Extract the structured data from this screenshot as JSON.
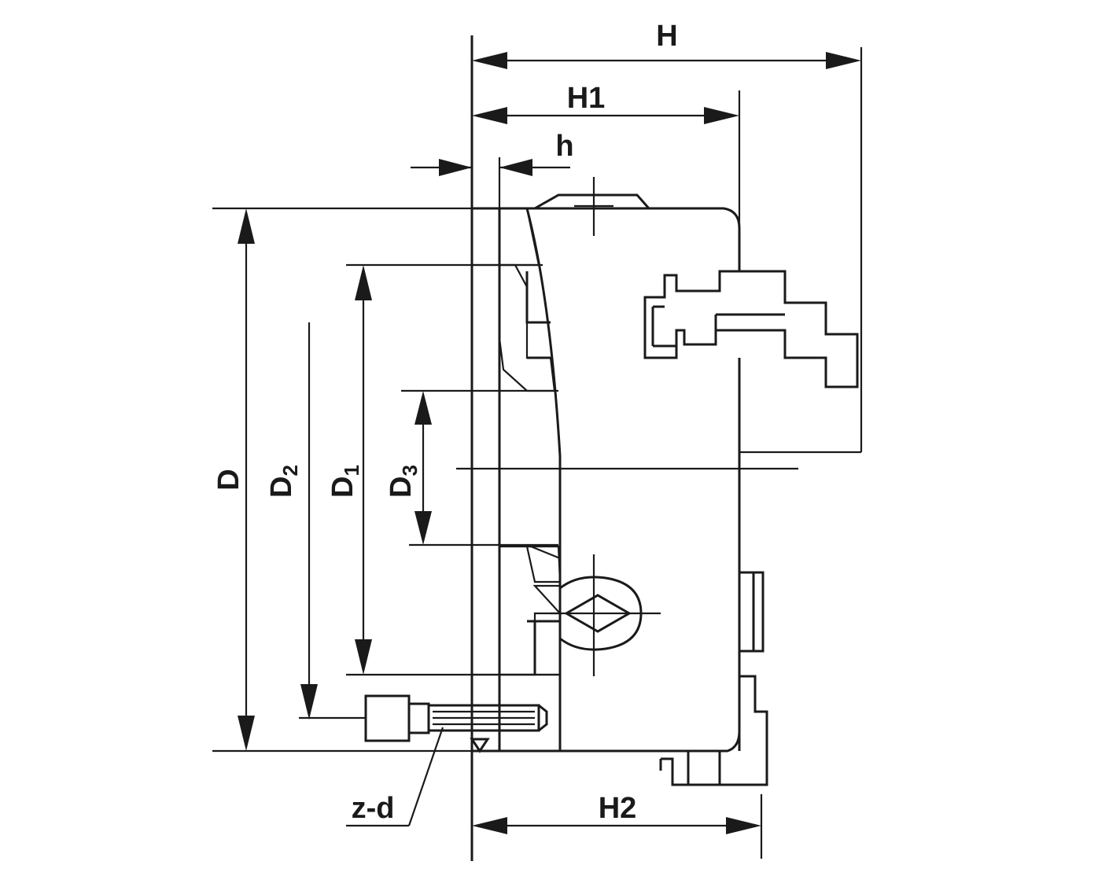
{
  "labels": {
    "H": "H",
    "H1": "H1",
    "h": "h",
    "H2": "H2",
    "D": "D",
    "D2_main": "D",
    "D2_sub": "2",
    "D1_main": "D",
    "D1_sub": "1",
    "D3_main": "D",
    "D3_sub": "3",
    "zd": "z-d"
  },
  "colors": {
    "line": "#1a1a1a",
    "background": "#ffffff"
  }
}
